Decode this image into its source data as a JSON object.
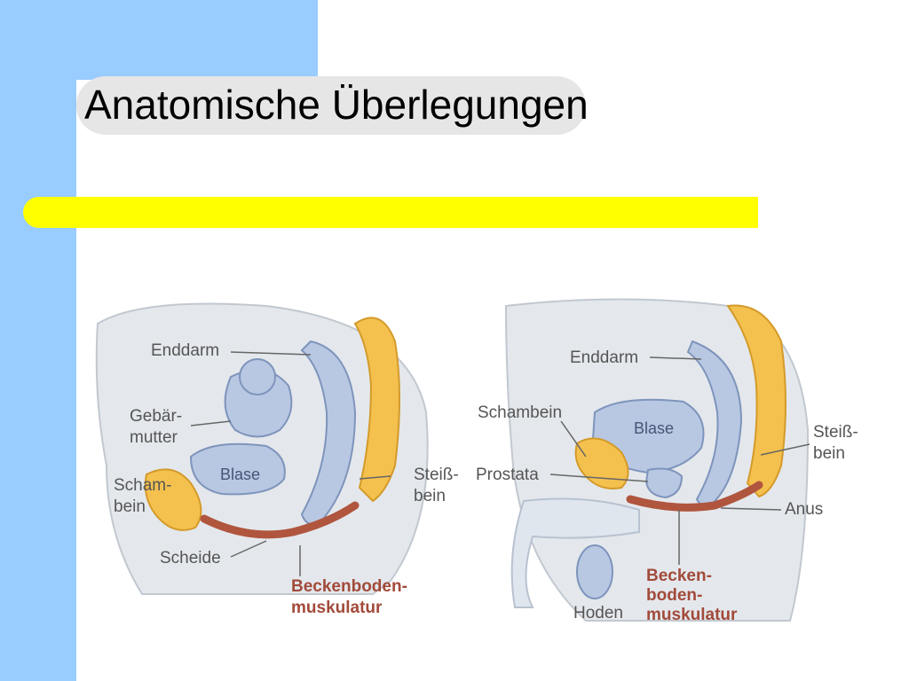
{
  "slide": {
    "title": "Anatomische Überlegungen",
    "colors": {
      "sidebar": "#99ccff",
      "accent_bar": "#ffff00",
      "title_pill": "#e6e6e6"
    }
  },
  "figure": {
    "female": {
      "enddarm": "Enddarm",
      "gebaermutter_1": "Gebär-",
      "gebaermutter_2": "mutter",
      "blase": "Blase",
      "schambein_1": "Scham-",
      "schambein_2": "bein",
      "steissbein_1": "Steiß-",
      "steissbein_2": "bein",
      "scheide": "Scheide",
      "beckenboden_1": "Beckenboden-",
      "beckenboden_2": "muskulatur"
    },
    "male": {
      "enddarm": "Enddarm",
      "schambein": "Schambein",
      "blase": "Blase",
      "prostata": "Prostata",
      "steissbein_1": "Steiß-",
      "steissbein_2": "bein",
      "anus": "Anus",
      "beckenboden_1": "Becken-",
      "beckenboden_2": "boden-",
      "beckenboden_3": "muskulatur",
      "hoden": "Hoden"
    }
  }
}
